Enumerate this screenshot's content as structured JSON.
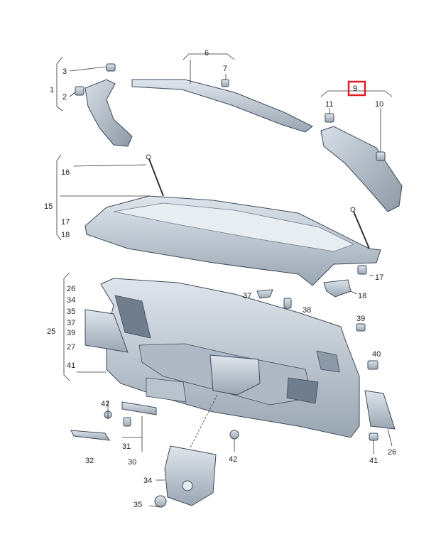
{
  "callouts": {
    "c1": "1",
    "c2": "2",
    "c3": "3",
    "c6": "6",
    "c7": "7",
    "c9": "9",
    "c10": "10",
    "c11": "11",
    "c15": "15",
    "c16": "16",
    "c17a": "17",
    "c18a": "18",
    "c17b": "17",
    "c18b": "18",
    "c25": "25",
    "c26a": "26",
    "c34a": "34",
    "c35a": "35",
    "c37a": "37",
    "c39a": "39",
    "c27": "27",
    "c41a": "41",
    "c37b": "37",
    "c38": "38",
    "c39b": "39",
    "c40": "40",
    "c26b": "26",
    "c41b": "41",
    "c42a": "42",
    "c42b": "42",
    "c31": "31",
    "c30": "30",
    "c32": "32",
    "c34b": "34",
    "c35b": "35"
  },
  "highlight": {
    "label": "9",
    "color": "#e02020"
  },
  "colors": {
    "part_fill": "#c9d2dc",
    "part_dark": "#7d8a98",
    "line": "#333333"
  }
}
